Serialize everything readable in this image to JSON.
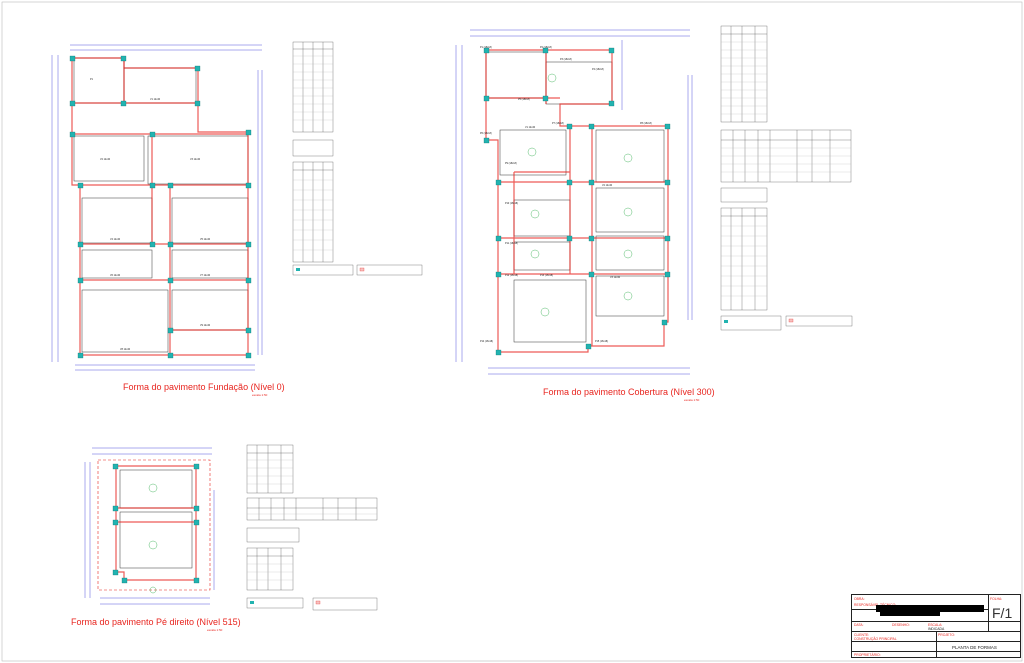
{
  "drawings": {
    "fundacao": {
      "title": "Forma do pavimento Fundação (Nível 0)",
      "scale": "escala 1:50"
    },
    "cobertura": {
      "title": "Forma do pavimento Cobertura (Nível 300)",
      "scale": "escala 1:50"
    },
    "pe_direito": {
      "title": "Forma do pavimento Pé direito (Nível 515)",
      "scale": "escala 1:50"
    }
  },
  "title_block": {
    "obra_label": "OBRA:",
    "resp_label": "RESPONSÁVEL TÉCNICO:",
    "sheet_label": "FOLHA:",
    "sheet_number": "F/1",
    "data_label": "DATA:",
    "escala_label": "ESCALA:",
    "desenho_label": "DESENHO:",
    "projeto_label": "PROJETO:",
    "cliente_label": "CLIENTE:",
    "proprietario_label": "PROPRIETÁRIO:",
    "projeto_value": "PLANTA DE FORMAS",
    "cliente_value": "CONSTRUÇÃO PRINCIPAL",
    "escala_value": "INDICADA"
  },
  "colors": {
    "line": "#1a1a1a",
    "dim": "#2b2bd6",
    "beam": "#e8251f",
    "pillar": "#22b3b0",
    "slab": "#27a844"
  }
}
